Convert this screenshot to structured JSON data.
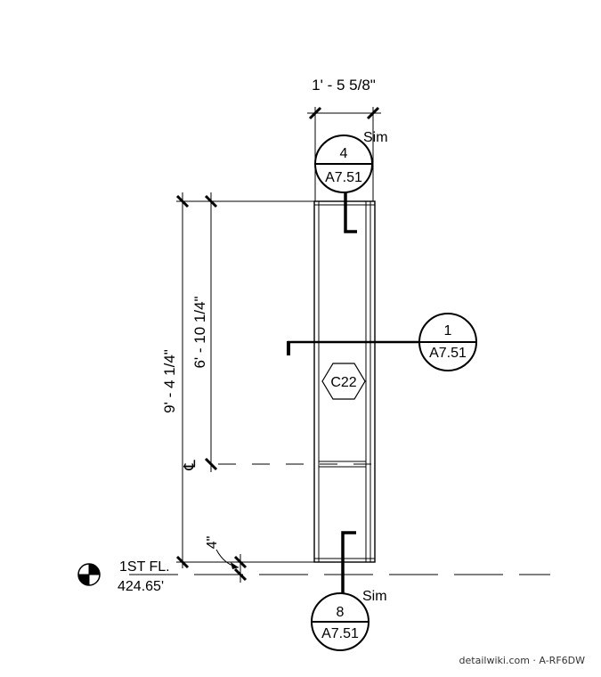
{
  "dimensions": {
    "column_width": "1' - 5 5/8\"",
    "overall_height": "9' - 4 1/4\"",
    "to_centerline": "6' - 10 1/4\"",
    "base_offset": "4\""
  },
  "callouts": {
    "top": {
      "number": "4",
      "sheet": "A7.51",
      "note": "Sim"
    },
    "side": {
      "number": "1",
      "sheet": "A7.51"
    },
    "bottom": {
      "number": "8",
      "sheet": "A7.51",
      "note": "Sim"
    }
  },
  "column_tag": "C22",
  "level": {
    "name": "1ST FL.",
    "elevation": "424.65'"
  },
  "centerline_symbol": "℄",
  "watermark": "detailwiki.com · A-RF6DW"
}
